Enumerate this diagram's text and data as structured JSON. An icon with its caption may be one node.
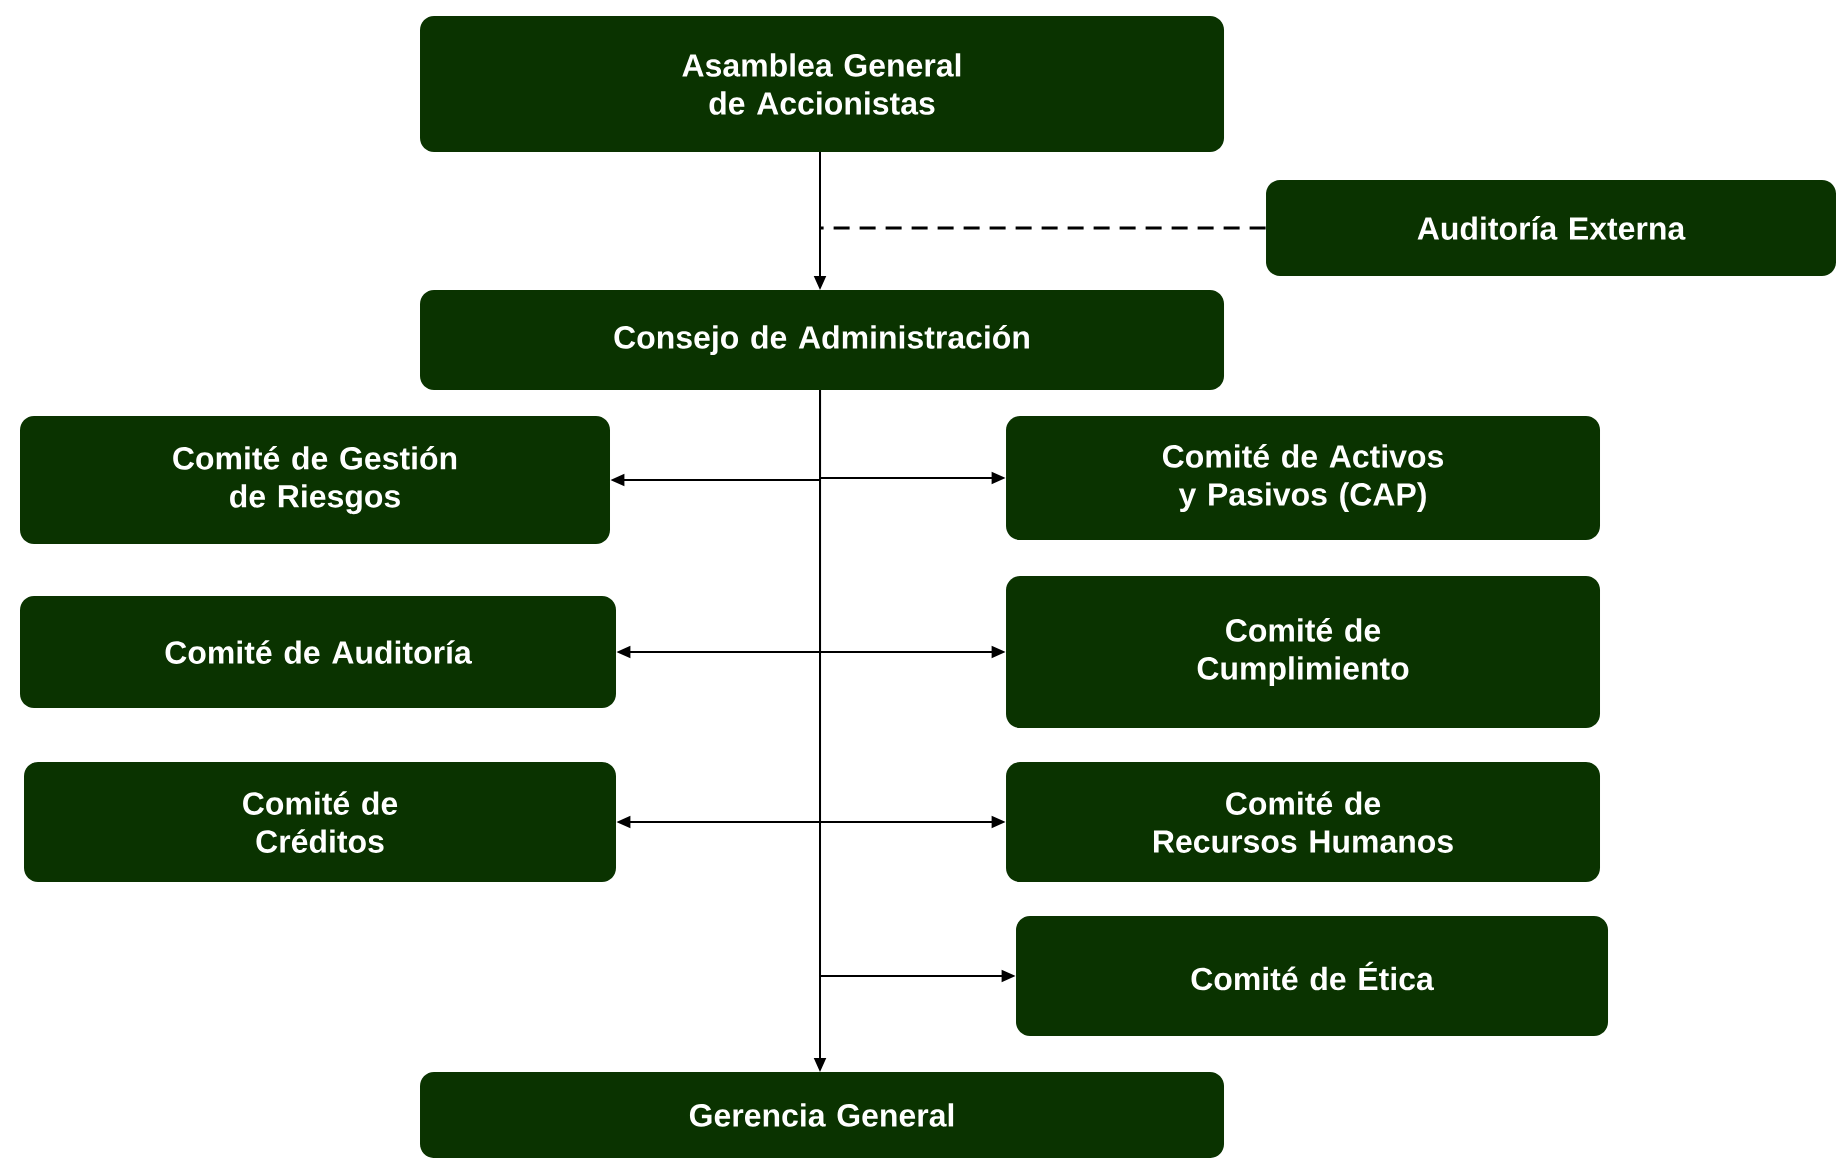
{
  "diagram": {
    "nodes": [
      {
        "text": [
          "Asamblea General de Accionistas"
        ]
      },
      {
        "text": [
          "Auditoría Externa"
        ]
      },
      {
        "text": [
          "Consejo de Administración"
        ]
      },
      {
        "text": [
          "Comité de Gestión de Riesgos"
        ]
      },
      {
        "text": [
          "Comité de Activos y Pasivos (CAP)"
        ]
      },
      {
        "text": [
          "Comité de Auditoría"
        ]
      },
      {
        "text": [
          "Comité de Cumplimiento"
        ]
      },
      {
        "text": [
          "Comité de Créditos"
        ]
      },
      {
        "text": [
          "Comité de Recursos Humanos"
        ]
      },
      {
        "text": [
          "Comité de Ética"
        ]
      },
      {
        "text": [
          "Gerencia General"
        ]
      }
    ],
    "edges": [
      {
        "from": 0,
        "to": 2,
        "arrow": "to"
      },
      {
        "from": 1,
        "to": null,
        "arrow": "none",
        "style": "dashed"
      },
      {
        "from": 2,
        "to": 3,
        "arrow": "to"
      },
      {
        "from": 2,
        "to": 4,
        "arrow": "to"
      },
      {
        "from": 2,
        "to": 5,
        "arrow": "to"
      },
      {
        "from": 2,
        "to": 6,
        "arrow": "to"
      },
      {
        "from": 2,
        "to": 7,
        "arrow": "to"
      },
      {
        "from": 2,
        "to": 8,
        "arrow": "to"
      },
      {
        "from": 2,
        "to": 9,
        "arrow": "to"
      },
      {
        "from": 2,
        "to": 10,
        "arrow": "to"
      }
    ]
  }
}
